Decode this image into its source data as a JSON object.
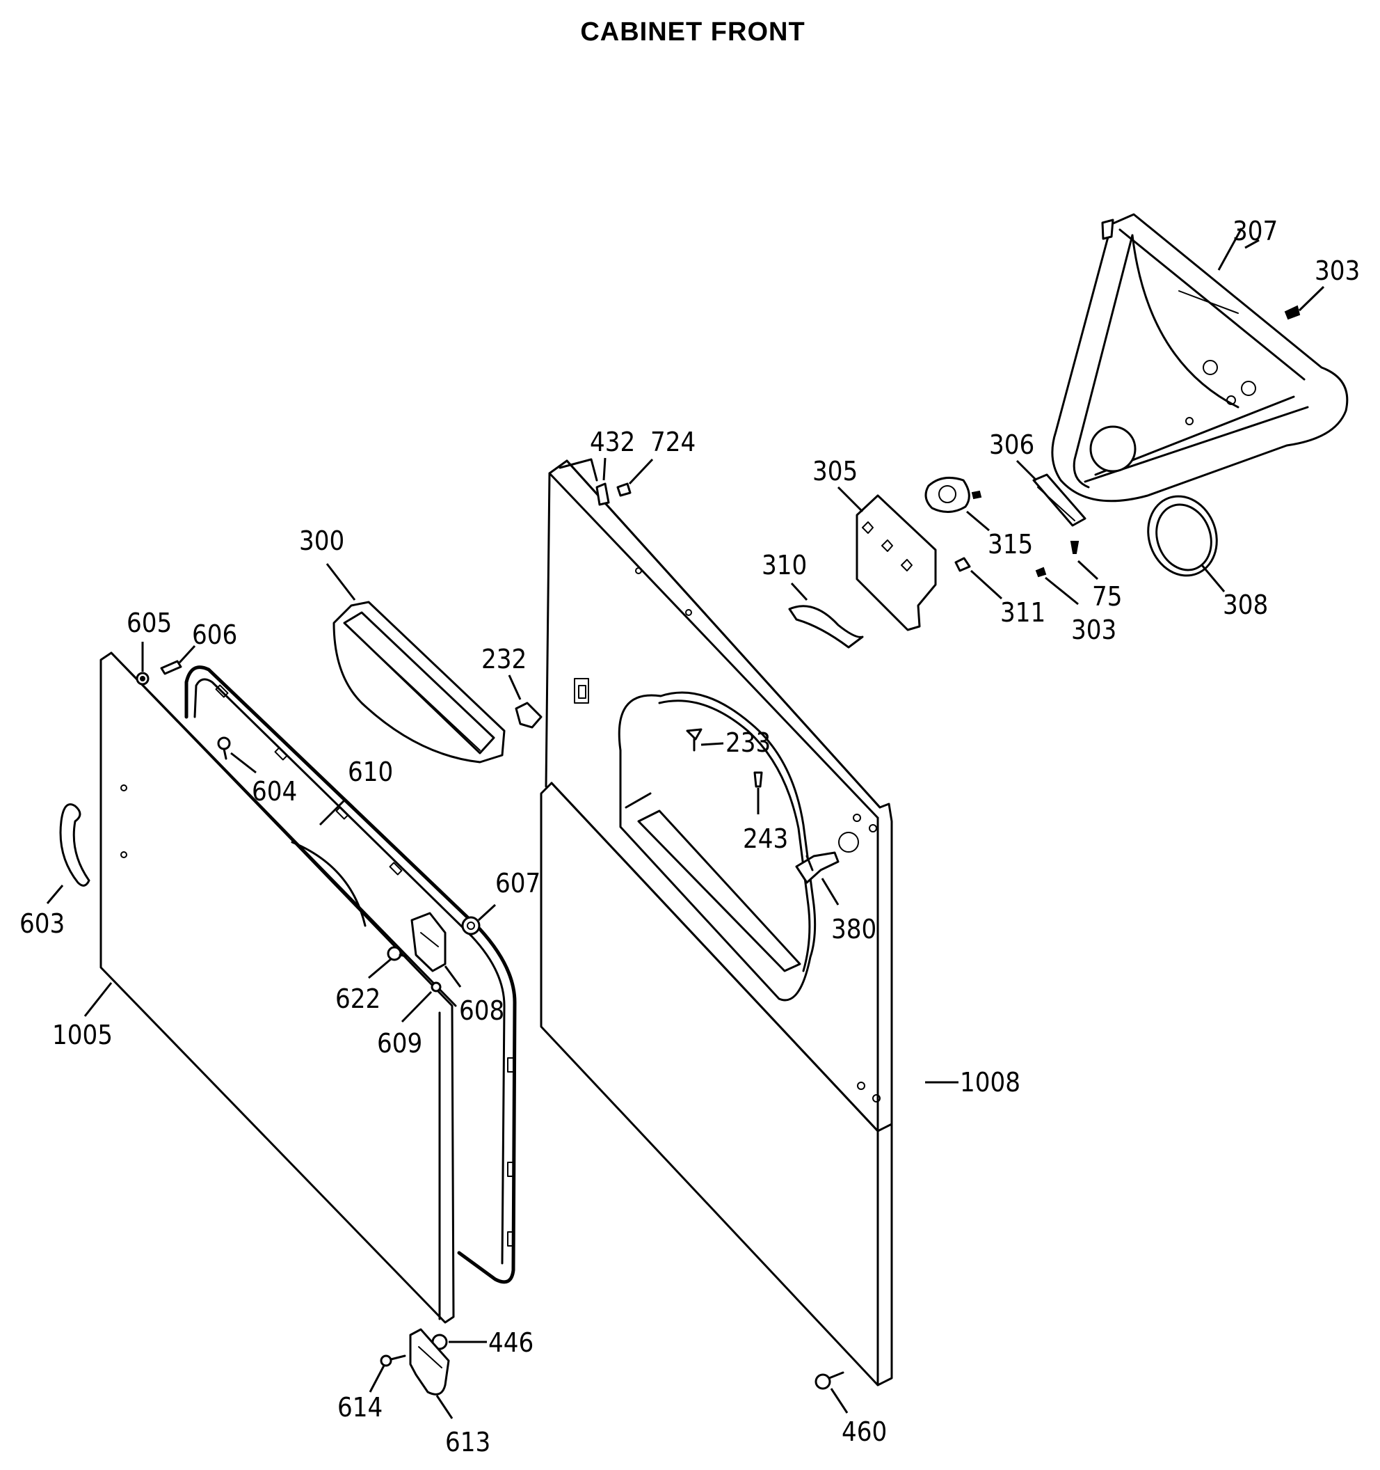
{
  "title": "CABINET FRONT",
  "labels": {
    "l307": "307",
    "l303a": "303",
    "l306": "306",
    "l305": "305",
    "l315": "315",
    "l75": "75",
    "l308": "308",
    "l310": "310",
    "l311": "311",
    "l303b": "303",
    "l432": "432",
    "l724": "724",
    "l300": "300",
    "l232": "232",
    "l605": "605",
    "l606": "606",
    "l604": "604",
    "l610": "610",
    "l603": "603",
    "l607": "607",
    "l622": "622",
    "l608": "608",
    "l609": "609",
    "l1005": "1005",
    "l233": "233",
    "l243": "243",
    "l380": "380",
    "l1008": "1008",
    "l446": "446",
    "l614": "614",
    "l613": "613",
    "l460": "460"
  }
}
